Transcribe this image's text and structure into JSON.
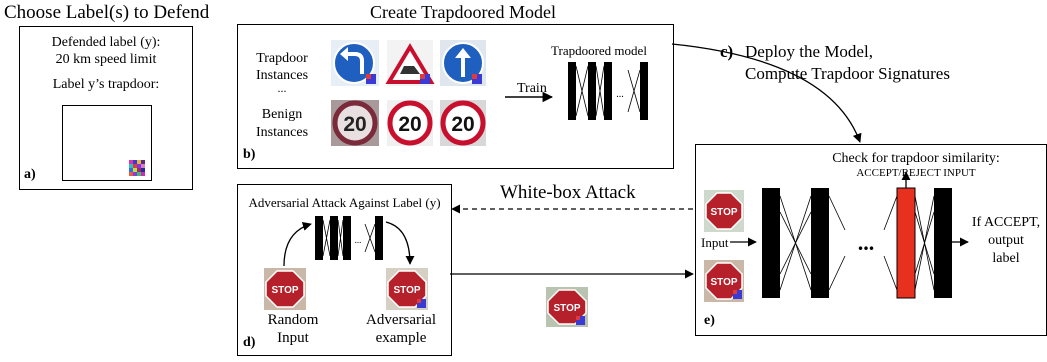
{
  "headings": {
    "choose": "Choose Label(s) to Defend",
    "create": "Create Trapdoored Model"
  },
  "panel_a": {
    "tag": "a)",
    "defended_label_line1": "Defended label (y):",
    "defended_label_line2": "20 km speed limit",
    "trapdoor_label": "Label y’s trapdoor:"
  },
  "panel_b": {
    "tag": "b)",
    "trapdoor_instances_line1": "Trapdoor",
    "trapdoor_instances_line2": "Instances",
    "ellipsis": "...",
    "benign_instances_line1": "Benign",
    "benign_instances_line2": "Instances",
    "train_label": "Train",
    "model_title": "Trapdoored model",
    "sign_20": "20",
    "model_dots": "..."
  },
  "panel_c": {
    "tag": "c)",
    "line1": "Deploy the Model,",
    "line2": "Compute Trapdoor Signatures"
  },
  "whitebox": {
    "label": "White-box Attack"
  },
  "panel_d": {
    "tag": "d)",
    "title": "Adversarial Attack Against Label (y)",
    "random_input_line1": "Random",
    "random_input_line2": "Input",
    "adv_example_line1": "Adversarial",
    "adv_example_line2": "example",
    "stop_text": "STOP",
    "net_dots": "..."
  },
  "panel_e": {
    "tag": "e)",
    "check_line1": "Check for trapdoor similarity:",
    "check_line2": "ACCEPT/REJECT INPUT",
    "input_label": "Input",
    "dots": "...",
    "accept_line1": "If ACCEPT,",
    "accept_line2": "output",
    "accept_line3": "label",
    "stop_text": "STOP"
  },
  "colors": {
    "detector_layer": "#e8301e",
    "sign_red": "#c8102e",
    "sign_blue": "#1f5fbf",
    "stop_red": "#b5202a"
  }
}
